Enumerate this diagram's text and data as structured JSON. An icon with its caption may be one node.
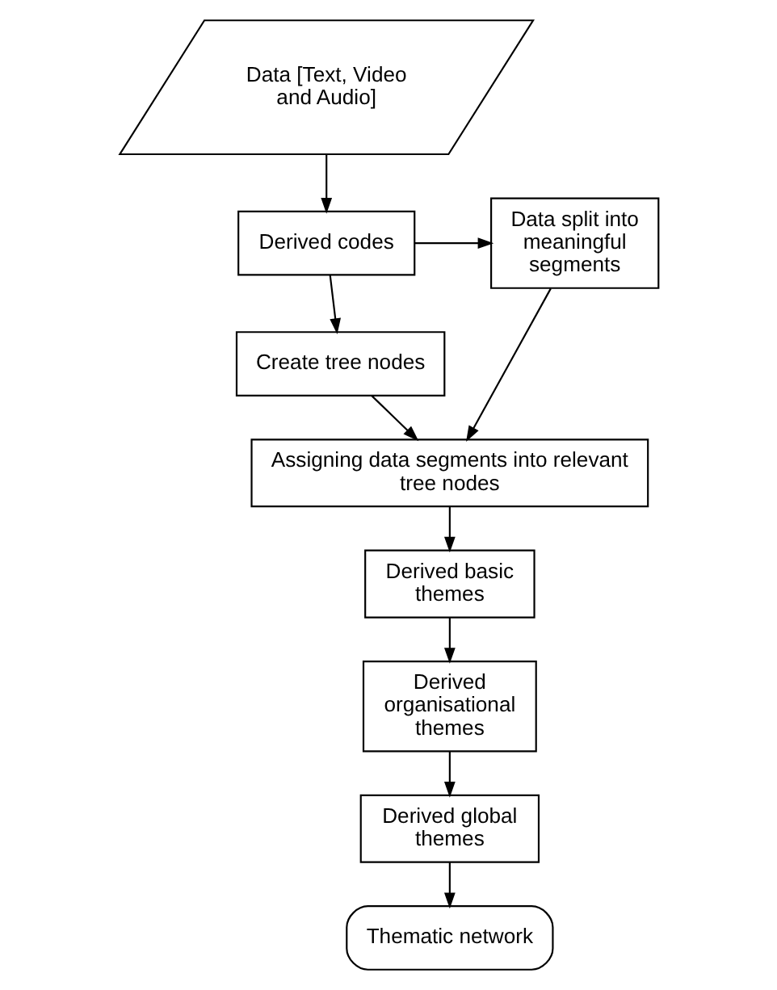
{
  "diagram": {
    "nodes": [
      {
        "text": [
          "Data [Text, Video and Audio]"
        ]
      },
      {
        "text": [
          "Derived codes"
        ]
      },
      {
        "text": [
          "Data split into meaningful segments"
        ]
      },
      {
        "text": [
          "Create tree nodes"
        ]
      },
      {
        "text": [
          "Assigning data segments into relevant tree nodes"
        ]
      },
      {
        "text": [
          "Derived basic themes"
        ]
      },
      {
        "text": [
          "Derived organisational themes"
        ]
      },
      {
        "text": [
          "Derived global themes"
        ]
      },
      {
        "text": [
          "Thematic network"
        ]
      }
    ],
    "edges": [
      {
        "from": 0,
        "to": 1,
        "arrow": "to"
      },
      {
        "from": 1,
        "to": 2,
        "arrow": "to"
      },
      {
        "from": 1,
        "to": 3,
        "arrow": "to"
      },
      {
        "from": 3,
        "to": 4,
        "arrow": "to"
      },
      {
        "from": 2,
        "to": 4,
        "arrow": "to"
      },
      {
        "from": 4,
        "to": 5,
        "arrow": "to"
      },
      {
        "from": 5,
        "to": 6,
        "arrow": "to"
      },
      {
        "from": 6,
        "to": 7,
        "arrow": "to"
      },
      {
        "from": 7,
        "to": 8,
        "arrow": "to"
      }
    ]
  }
}
